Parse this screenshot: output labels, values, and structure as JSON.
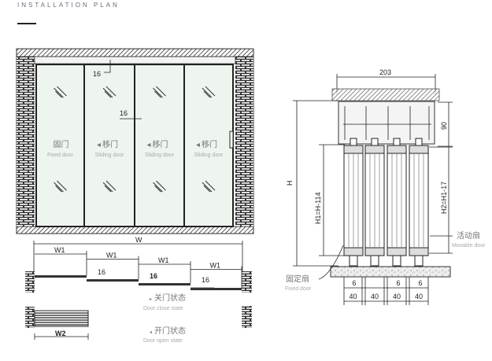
{
  "header": {
    "title": "INSTALLATION PLAN"
  },
  "elevation": {
    "dim_gap_top": "16",
    "dim_gap_mid": "16",
    "panels": [
      {
        "cn": "固门",
        "en": "Fixed door",
        "arrow": ""
      },
      {
        "cn": "移门",
        "en": "Sliding door",
        "arrow": "◂"
      },
      {
        "cn": "移门",
        "en": "Sliding door",
        "arrow": "◂"
      },
      {
        "cn": "移门",
        "en": "Sliding door",
        "arrow": "◂"
      }
    ]
  },
  "plan": {
    "w": "W",
    "w1": "W1",
    "w2": "W2",
    "overlap": [
      "16",
      "16",
      "16"
    ],
    "close_cn": "关门状态",
    "close_en": "Door close state",
    "open_cn": "开门状态",
    "open_en": "Door open state",
    "close_arrow": "▸",
    "open_arrow": "◂"
  },
  "section": {
    "dim_width": "203",
    "dim_height": "H",
    "dim_top": "90",
    "h1": "H1=H-114",
    "h2": "H2=H1-17",
    "movable_cn": "活动扇",
    "movable_en": "Movable door",
    "fixed_cn": "固定扇",
    "fixed_en": "Fixed door",
    "gaps": [
      "6",
      "6",
      "6"
    ],
    "widths": [
      "40",
      "40",
      "40",
      "40"
    ]
  }
}
